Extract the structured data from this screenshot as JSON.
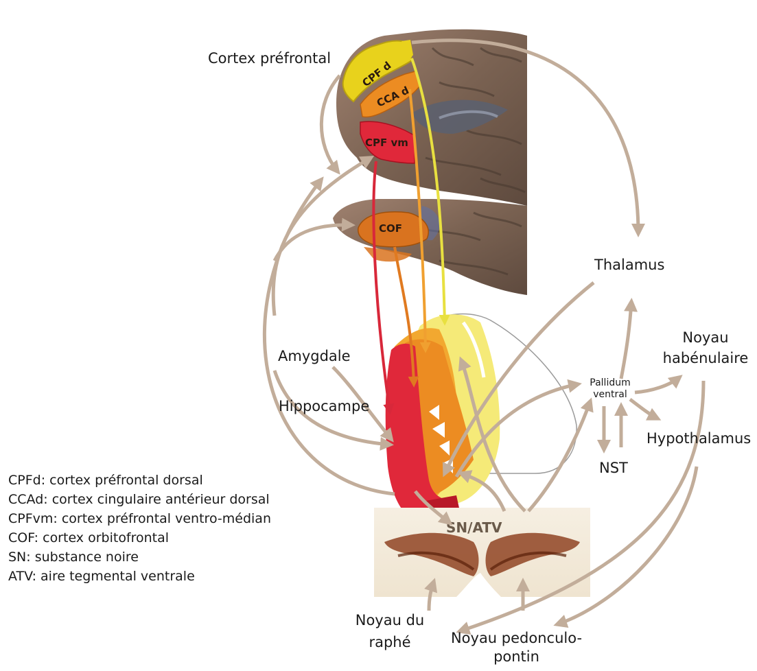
{
  "labels": {
    "cortex_prefrontal": "Cortex préfrontal",
    "thalamus": "Thalamus",
    "noyau_habenulaire_line1": "Noyau",
    "noyau_habenulaire_line2": "habénulaire",
    "amygdale": "Amygdale",
    "hippocampe": "Hippocampe",
    "pallidum_line1": "Pallidum",
    "pallidum_line2": "ventral",
    "hypothalamus": "Hypothalamus",
    "nst": "NST",
    "noyau_raphe_line1": "Noyau du",
    "noyau_raphe_line2": "raphé",
    "noyau_pedonculo_line1": "Noyau pedonculo-",
    "noyau_pedonculo_line2": "pontin"
  },
  "regions": {
    "cpfd": "CPF d",
    "ccad": "CCA d",
    "cpfvm": "CPF vm",
    "cof": "COF",
    "sn_atv": "SN/ATV"
  },
  "legend": [
    "CPFd: cortex préfrontal dorsal",
    "CCAd: cortex cingulaire antérieur dorsal",
    "CPFvm: cortex préfrontal ventro-médian",
    "COF: cortex orbitofrontal",
    "SN: substance noire",
    "ATV: aire tegmental ventrale"
  ],
  "colors": {
    "arrow_tan": "#c2ad9a",
    "cpfd_yellow": "#e8d21c",
    "ccad_orange": "#ec8c22",
    "cpfvm_red": "#e0283a",
    "cof_orange": "#d9731f",
    "cortex_brown": "#8a7060"
  }
}
